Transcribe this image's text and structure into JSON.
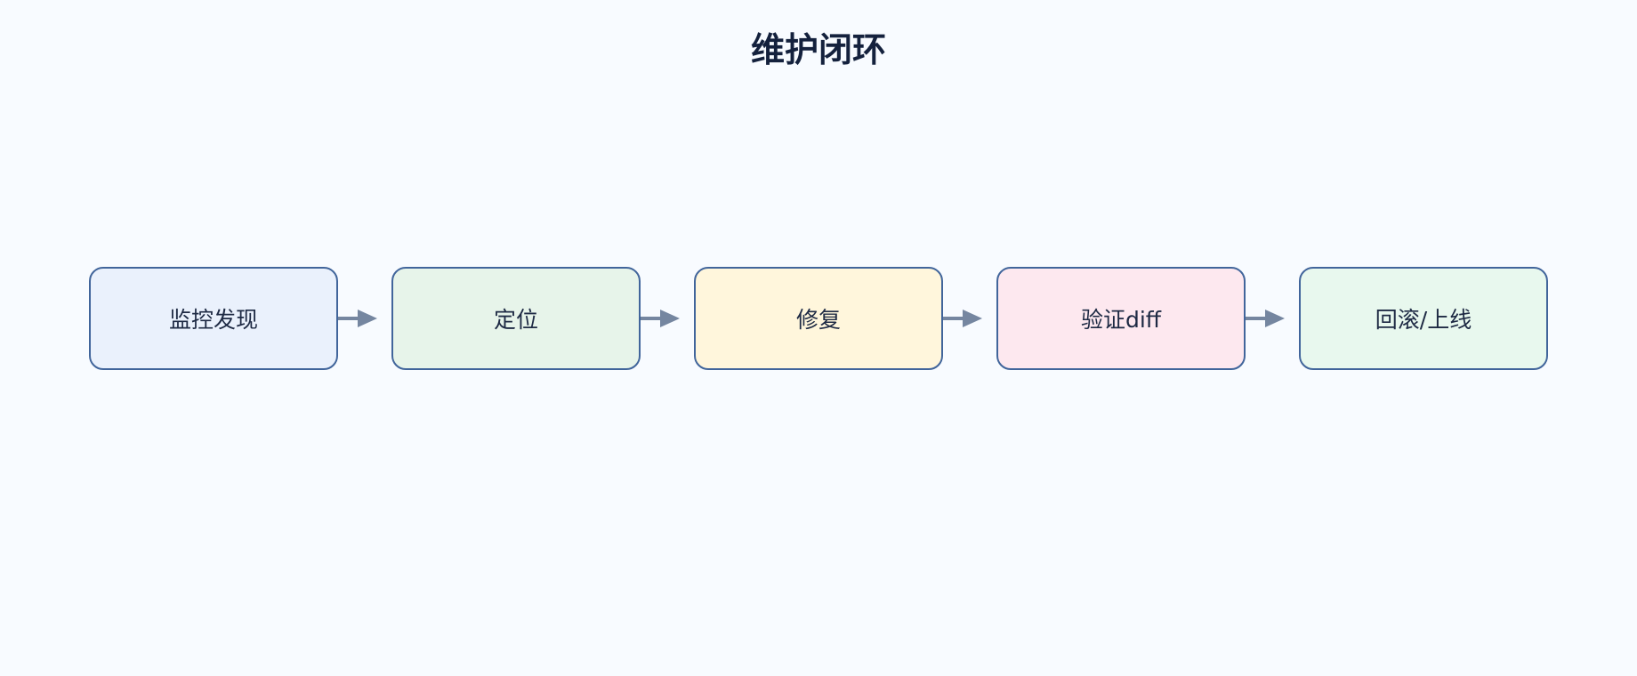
{
  "title": "维护闭环",
  "colors": {
    "background": "#f8fbff",
    "stroke": "#41659b",
    "arrow": "#7586a0",
    "text": "#1e2a44"
  },
  "steps": [
    {
      "label": "监控发现",
      "fill": "#eaf1fc"
    },
    {
      "label": "定位",
      "fill": "#e7f4ea"
    },
    {
      "label": "修复",
      "fill": "#fff6dc"
    },
    {
      "label": "验证diff",
      "fill": "#fde8ef"
    },
    {
      "label": "回滚/上线",
      "fill": "#e8f8ee"
    }
  ]
}
